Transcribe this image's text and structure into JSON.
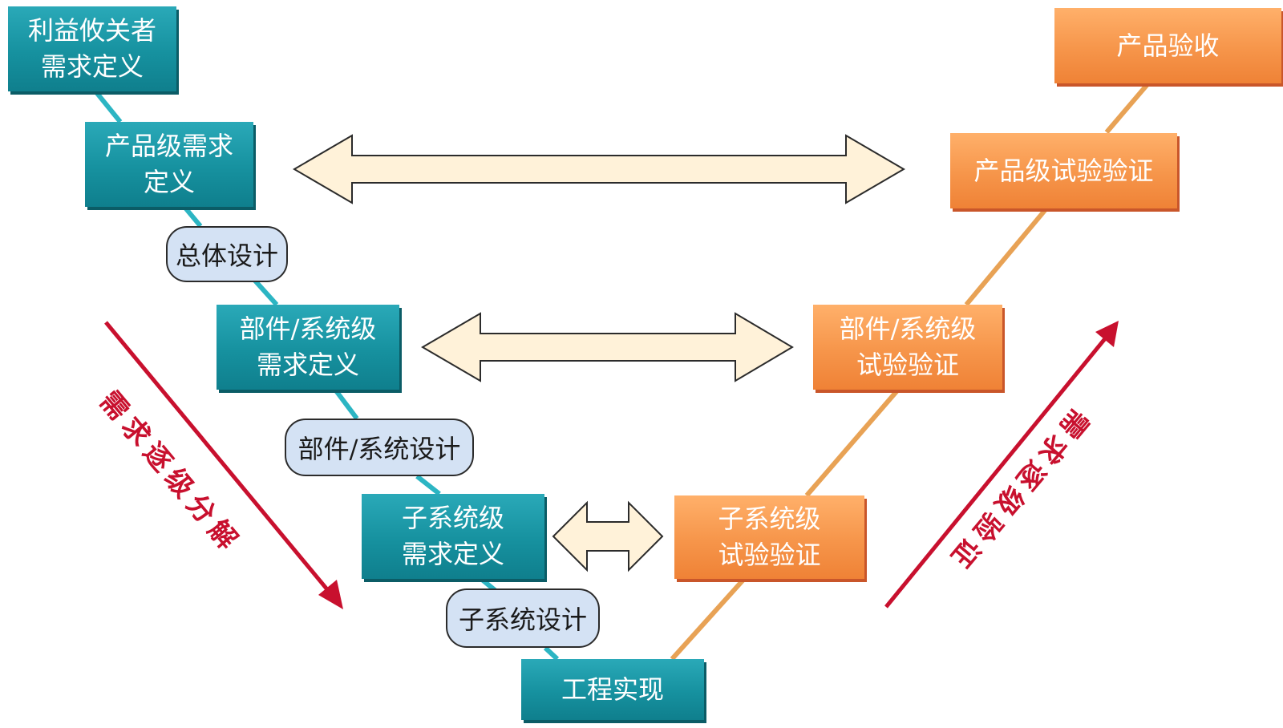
{
  "nodes": {
    "stakeholder": "利益攸关者\n需求定义",
    "product_req": "产品级需求\n定义",
    "overall_design": "总体设计",
    "component_req": "部件/系统级\n需求定义",
    "component_design": "部件/系统设计",
    "subsystem_req": "子系统级\n需求定义",
    "subsystem_design": "子系统设计",
    "engineering": "工程实现",
    "subsystem_verify": "子系统级\n试验验证",
    "component_verify": "部件/系统级\n试验验证",
    "product_verify": "产品级试验验证",
    "acceptance": "产品验收"
  },
  "side_labels": {
    "decompose": [
      "需",
      "求",
      "逐",
      "级",
      "分",
      "解"
    ],
    "verify": [
      "需",
      "求",
      "逐",
      "级",
      "验",
      "证"
    ]
  },
  "colors": {
    "teal": "#1a9aa8",
    "orange": "#f6954a",
    "pill": "#d4e2f4",
    "arrow_fill": "#fff2d9",
    "red": "#c8102e",
    "left_line": "#2cb5c3",
    "right_line": "#e8a255"
  }
}
